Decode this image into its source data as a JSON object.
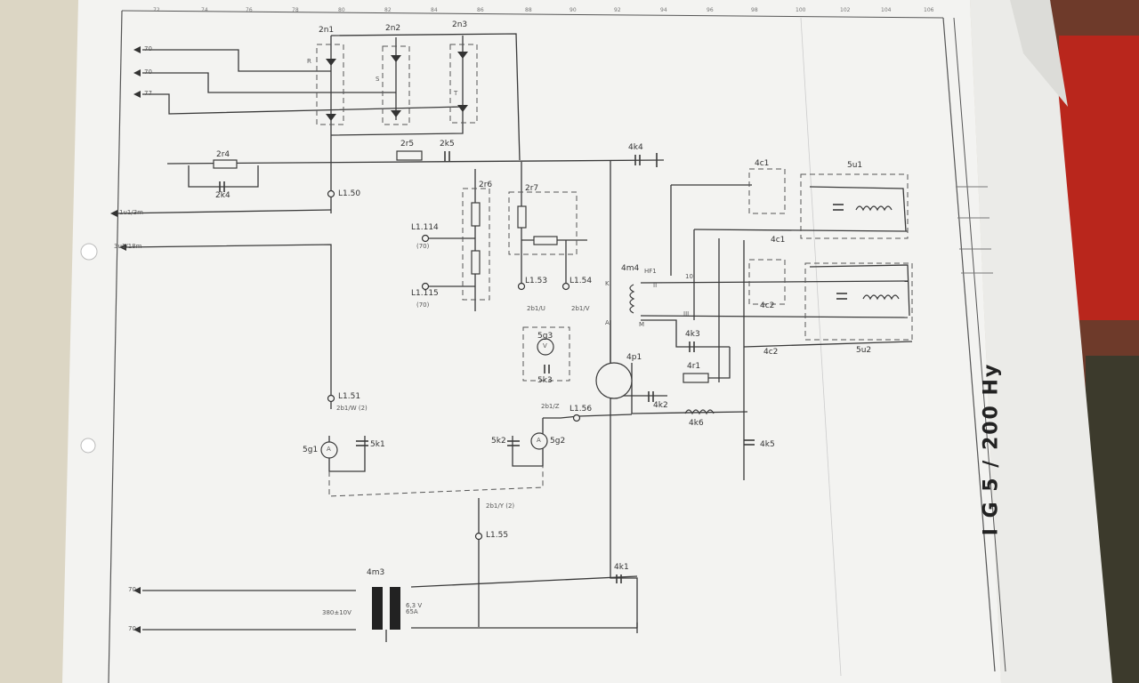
{
  "title_block": {
    "text": "I G 5 / 200 Hy"
  },
  "grid_ticks": [
    "72",
    "74",
    "76",
    "78",
    "80",
    "82",
    "84",
    "86",
    "88",
    "90",
    "92",
    "94",
    "96",
    "98",
    "100",
    "102",
    "104",
    "106"
  ],
  "components": {
    "rectifiers": [
      "2n1",
      "2n2",
      "2n3"
    ],
    "phases": [
      "R",
      "S",
      "T"
    ],
    "resistors": [
      "2r4",
      "2r5",
      "2r6",
      "2r7",
      "4r1"
    ],
    "capacitors": [
      "2k4",
      "2k5",
      "4k4",
      "4k3",
      "4k2",
      "4k5",
      "4k1",
      "5k1",
      "5k2",
      "5k3"
    ],
    "meters": [
      "5g1",
      "5g2",
      "5g3"
    ],
    "meter_symbols": [
      "A",
      "A",
      "V"
    ],
    "tube": "4p1",
    "transformer_hf": "4m4",
    "hf_label": "HF1",
    "transformer_mains": "4m3",
    "mains_primary": "380±10V",
    "mains_secondary": "6,3 V\n65A",
    "inductor": "4k6",
    "relays": [
      "4c1",
      "4c2",
      "4c1",
      "4c2"
    ],
    "output_coils": [
      "5u1",
      "5u2"
    ]
  },
  "terminals": [
    "L1.50",
    "L1.51",
    "L1.53",
    "L1.54",
    "L1.55",
    "L1.56",
    "L1.114",
    "L1.115"
  ],
  "terminal_notes": [
    "(70)",
    "(70)"
  ],
  "connectors": [
    "2b1/W (2)",
    "2b1/U",
    "2b1/V",
    "2b1/Z",
    "2b1/Y (2)"
  ],
  "tube_pins": [
    "K",
    "A",
    "M",
    "II",
    "10",
    "III"
  ],
  "left_edge": [
    "70",
    "70",
    "77",
    "1u1/3m",
    "3u1/18m",
    "70",
    "70"
  ],
  "colors": {
    "paper": "#f4f4f2",
    "line": "#3a3a3a",
    "dashed": "#555555",
    "background": "#d9d2bf"
  }
}
